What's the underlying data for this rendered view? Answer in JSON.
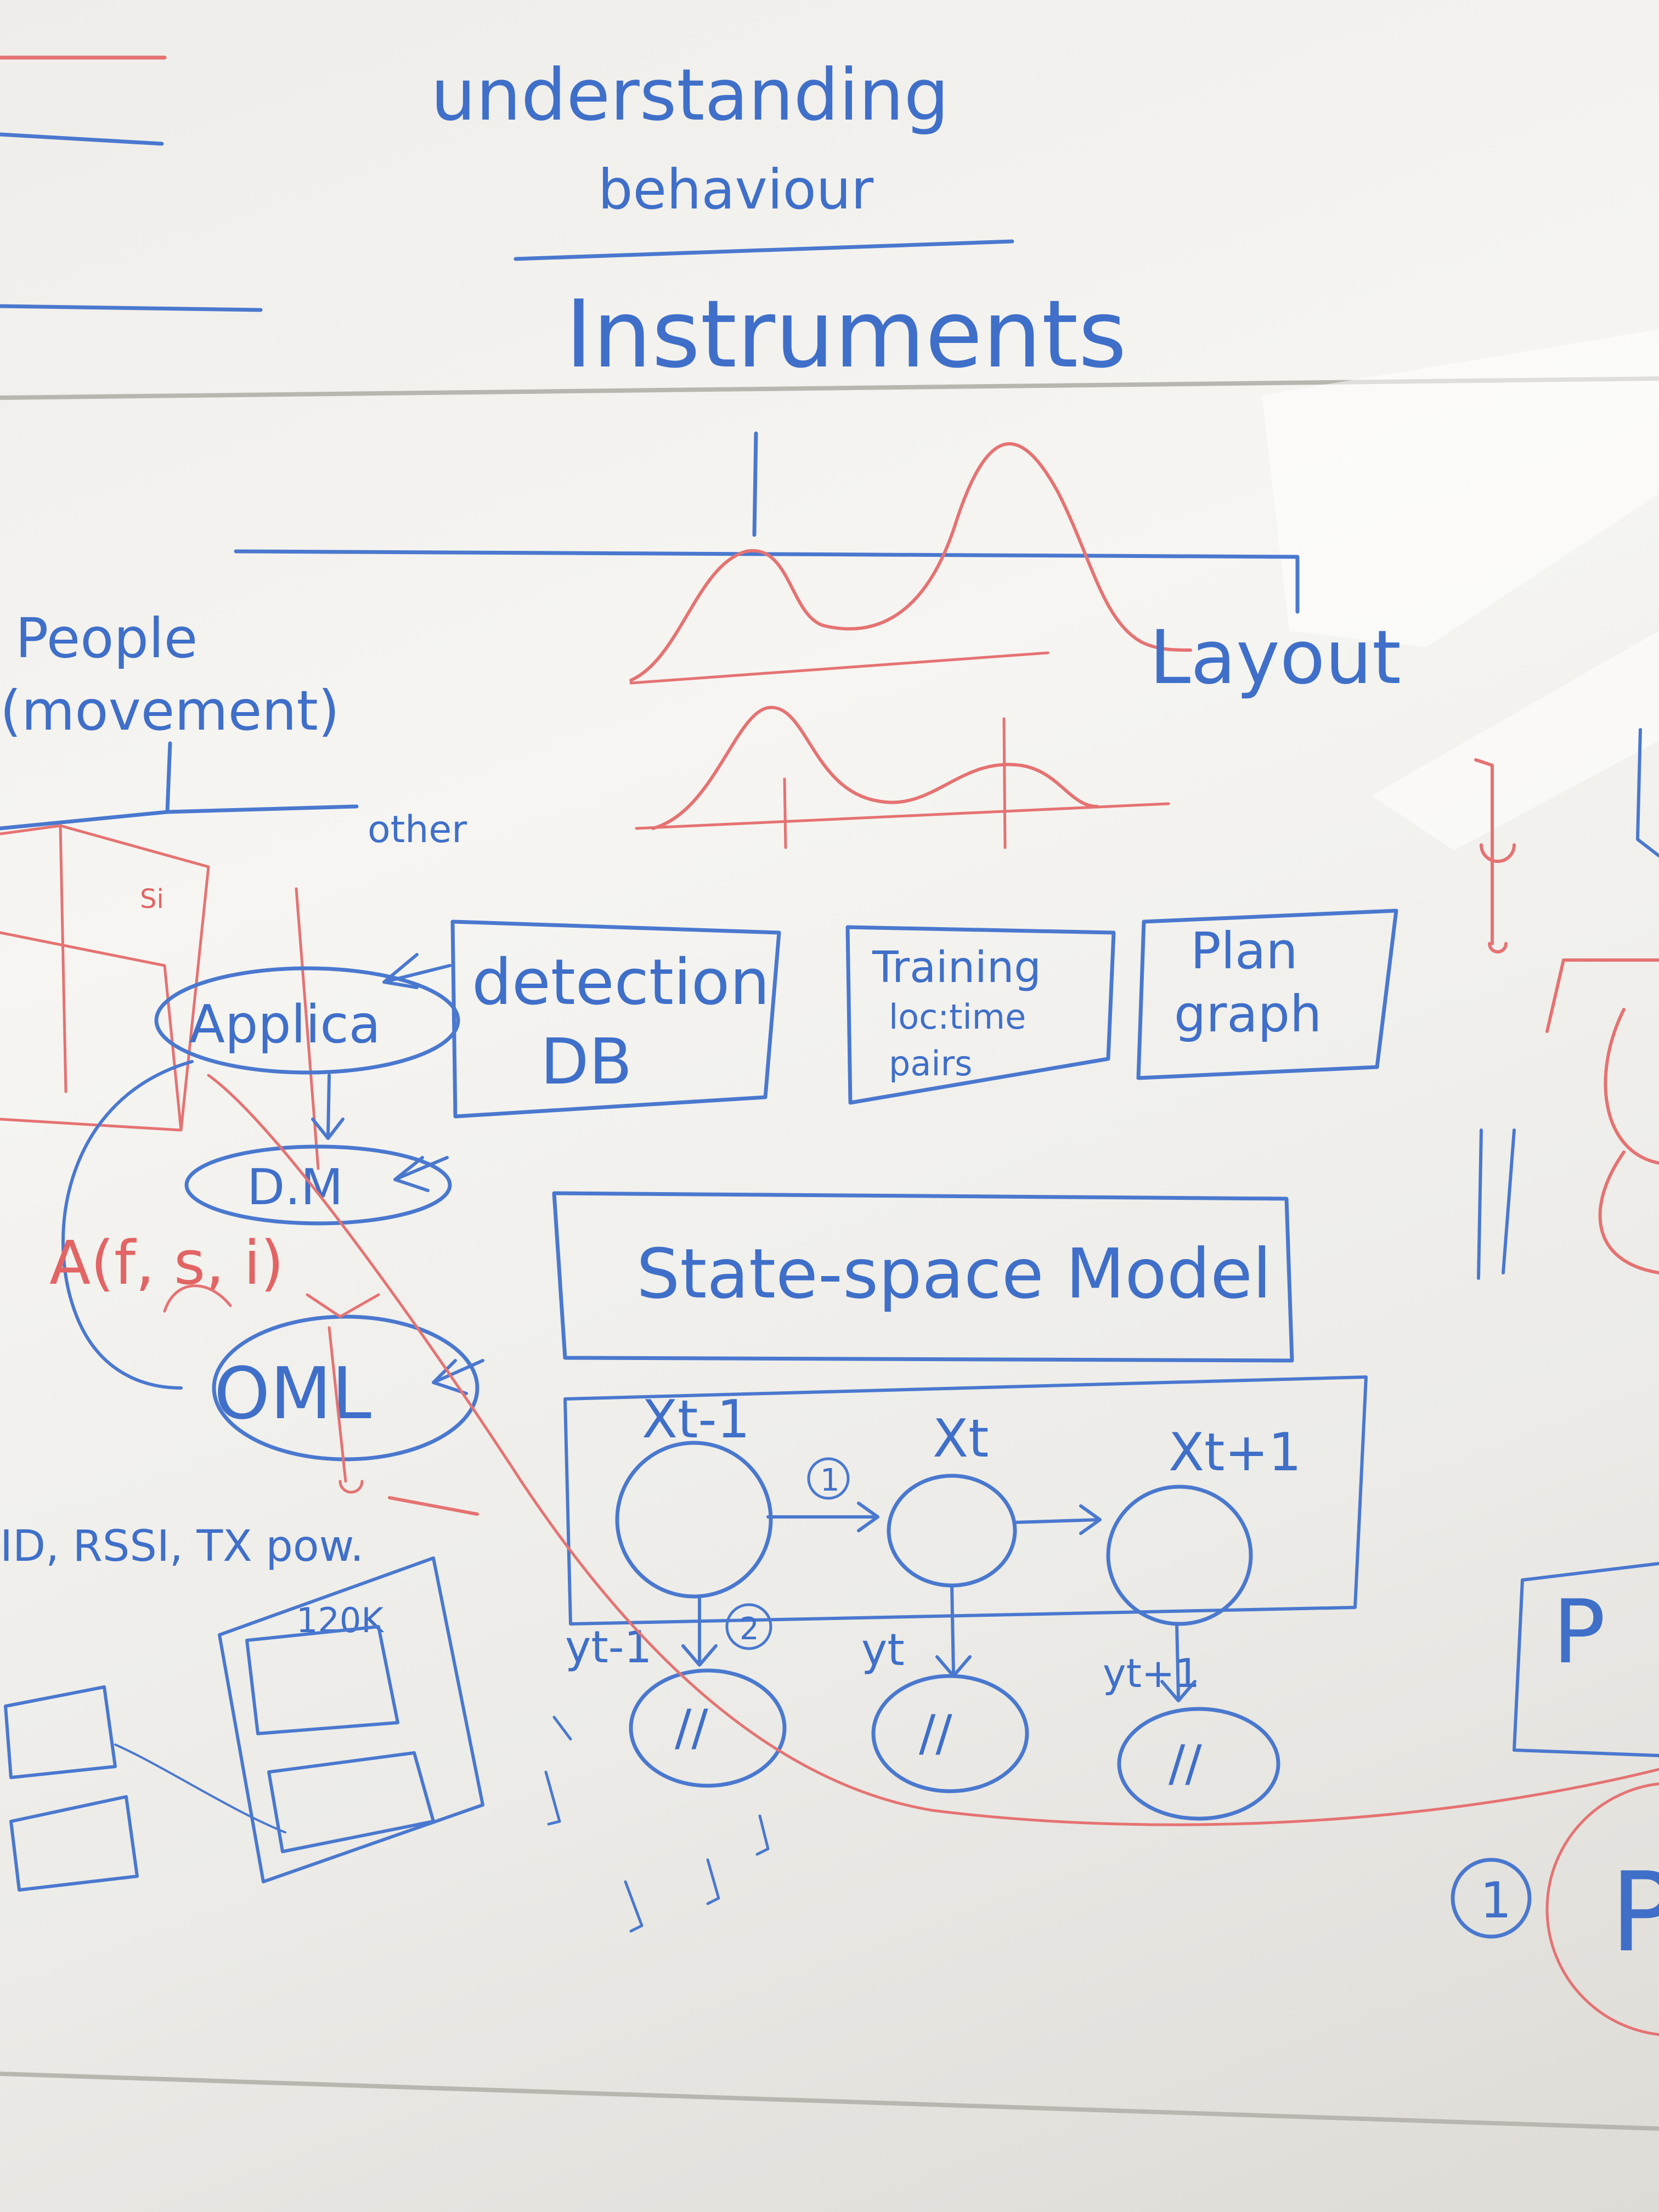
{
  "header": {
    "title_line1": "understanding",
    "title_line2": "behaviour",
    "title_main": "Instruments"
  },
  "chart": {
    "right_label": "Layout",
    "left_label_line1": "People",
    "left_label_line2": "(movement)",
    "branch_label": "other"
  },
  "left_flow": {
    "node1": "Applica",
    "node2": "D.M",
    "node3": "OML",
    "red_formula": "A(f, s, i)",
    "red_small": "Si",
    "bottom_text": "ID, RSSI, TX pow.",
    "box_label": "120K"
  },
  "boxes": {
    "detection_line1": "detection",
    "detection_line2": "DB",
    "training_line1": "Training",
    "training_line2": "loc:time",
    "training_line3": "pairs",
    "plan_line1": "Plan",
    "plan_line2": "graph",
    "ssm": "State-space Model"
  },
  "ssm_diagram": {
    "state1": "Xt-1",
    "state2": "Xt",
    "state3": "Xt+1",
    "obs1": "yt-1",
    "obs2": "yt",
    "obs3": "yt+1",
    "step1": "1",
    "step2": "2",
    "obs_mark": "//"
  },
  "right_edge": {
    "circle_num": "1",
    "letter1": "P",
    "letter2": "P"
  },
  "colors": {
    "blue_marker": "#4a78cf",
    "red_marker": "#e57272",
    "board": "#f4f3f0"
  }
}
